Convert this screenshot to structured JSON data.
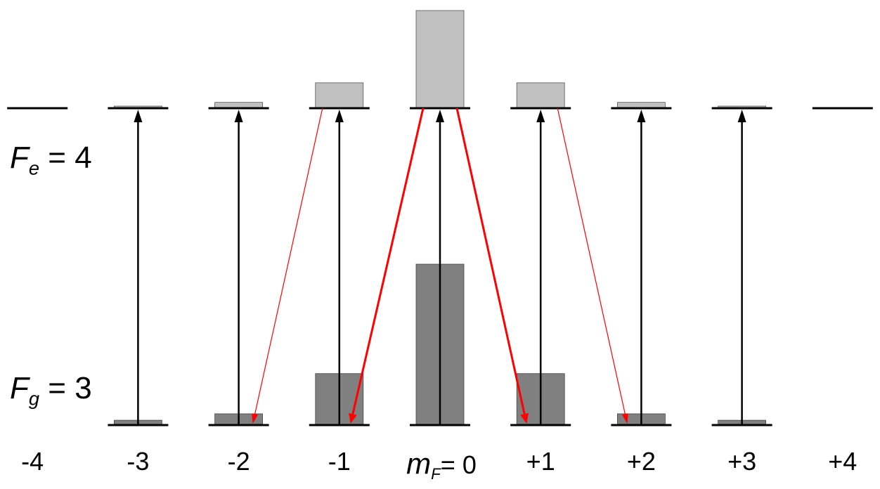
{
  "excited_label": {
    "symbol": "F",
    "sub": "e",
    "value": "= 4"
  },
  "ground_label": {
    "symbol": "F",
    "sub": "g",
    "value": "= 3"
  },
  "mf_axis": {
    "symbol": "m",
    "sub": "F",
    "labels": [
      "-4",
      "-3",
      "-2",
      "-1",
      "= 0",
      "+1",
      "+2",
      "+3",
      "+4"
    ]
  },
  "colors": {
    "level": "#000000",
    "excited_population": "#c0c0c0",
    "ground_population": "#808080",
    "pump_arrow": "#000000",
    "decay_arrow": "#ff0000"
  },
  "sublevels": [
    {
      "mF": -4,
      "excited": true,
      "ground": false,
      "excited_pop": 0,
      "ground_pop": 0,
      "pump": false
    },
    {
      "mF": -3,
      "excited": true,
      "ground": true,
      "excited_pop": 2,
      "ground_pop": 3,
      "pump": true
    },
    {
      "mF": -2,
      "excited": true,
      "ground": true,
      "excited_pop": 6,
      "ground_pop": 7,
      "pump": true
    },
    {
      "mF": -1,
      "excited": true,
      "ground": true,
      "excited_pop": 26,
      "ground_pop": 32,
      "pump": true
    },
    {
      "mF": 0,
      "excited": true,
      "ground": true,
      "excited_pop": 100,
      "ground_pop": 100,
      "pump": true
    },
    {
      "mF": 1,
      "excited": true,
      "ground": true,
      "excited_pop": 26,
      "ground_pop": 32,
      "pump": true
    },
    {
      "mF": 2,
      "excited": true,
      "ground": true,
      "excited_pop": 6,
      "ground_pop": 7,
      "pump": true
    },
    {
      "mF": 3,
      "excited": true,
      "ground": true,
      "excited_pop": 2,
      "ground_pop": 3,
      "pump": true
    },
    {
      "mF": 4,
      "excited": true,
      "ground": false,
      "excited_pop": 0,
      "ground_pop": 0,
      "pump": false
    }
  ],
  "decays": [
    {
      "from": -1,
      "to": -2,
      "strength": "weak"
    },
    {
      "from": 0,
      "to": -1,
      "strength": "strong"
    },
    {
      "from": 0,
      "to": 1,
      "strength": "strong"
    },
    {
      "from": 1,
      "to": 2,
      "strength": "weak"
    }
  ]
}
